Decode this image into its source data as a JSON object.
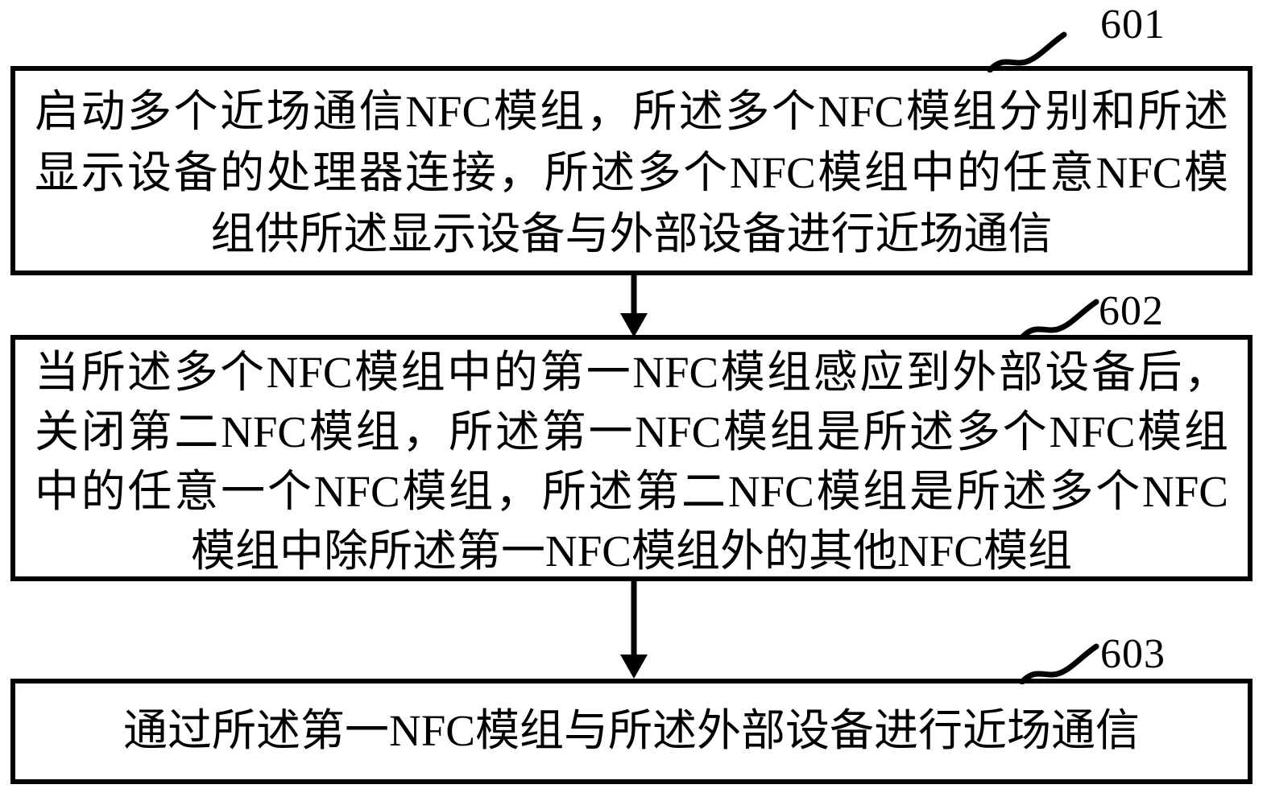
{
  "figure": {
    "type": "flowchart",
    "colors": {
      "ink": "#000000",
      "background": "#ffffff"
    },
    "boxes": [
      {
        "label": "601",
        "lines": [
          "启动多个近场通信NFC模组，所述多个NFC模组分别和所述",
          "显示设备的处理器连接，所述多个NFC模组中的任意NFC模",
          "组供所述显示设备与外部设备进行近场通信"
        ]
      },
      {
        "label": "602",
        "lines": [
          "当所述多个NFC模组中的第一NFC模组感应到外部设备后，",
          "关闭第二NFC模组，所述第一NFC模组是所述多个NFC模组",
          "中的任意一个NFC模组，所述第二NFC模组是所述多个NFC",
          "模组中除所述第一NFC模组外的其他NFC模组"
        ]
      },
      {
        "label": "603",
        "lines": [
          "通过所述第一NFC模组与所述外部设备进行近场通信"
        ]
      }
    ]
  }
}
